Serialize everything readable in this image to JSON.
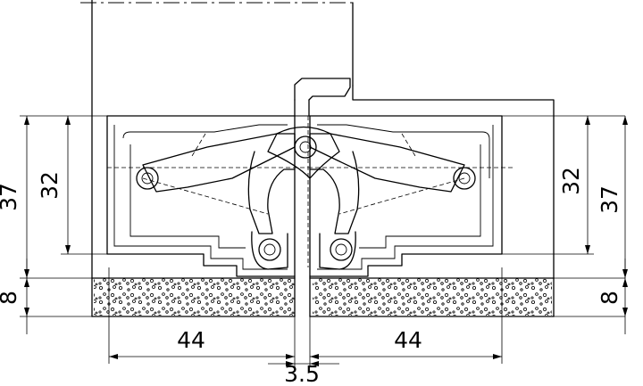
{
  "dimensions": {
    "left_outer": "37",
    "left_inner": "32",
    "right_inner": "32",
    "right_outer": "37",
    "left_bottom": "8",
    "right_bottom": "8",
    "width_left": "44",
    "width_right": "44",
    "gap": "3.5"
  },
  "colors": {
    "line": "#000000",
    "background": "#ffffff"
  }
}
